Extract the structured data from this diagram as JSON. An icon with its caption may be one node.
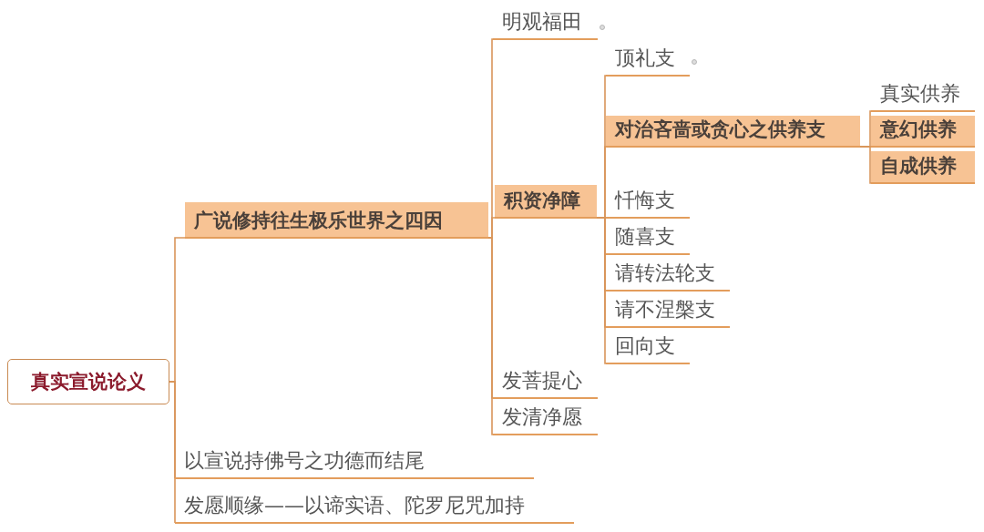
{
  "diagram": {
    "nodes": [
      {
        "text": [
          "真实宣说论义"
        ]
      },
      {
        "text": [
          "广说修持往生极乐世界之四因"
        ]
      },
      {
        "text": [
          "明观福田"
        ]
      },
      {
        "text": [
          "积资净障"
        ]
      },
      {
        "text": [
          "顶礼支"
        ]
      },
      {
        "text": [
          "对治吝啬或贪心之供养支"
        ]
      },
      {
        "text": [
          "真实供养"
        ]
      },
      {
        "text": [
          "意幻供养"
        ]
      },
      {
        "text": [
          "自成供养"
        ]
      },
      {
        "text": [
          "忏悔支"
        ]
      },
      {
        "text": [
          "随喜支"
        ]
      },
      {
        "text": [
          "请转法轮支"
        ]
      },
      {
        "text": [
          "请不涅槃支"
        ]
      },
      {
        "text": [
          "回向支"
        ]
      },
      {
        "text": [
          "发菩提心"
        ]
      },
      {
        "text": [
          "发清净愿"
        ]
      },
      {
        "text": [
          "以宣说持佛号之功德而结尾"
        ]
      },
      {
        "text": [
          "发愿顺缘——以谛实语、陀罗尼咒加持"
        ]
      }
    ],
    "edges": [
      {
        "from": 0,
        "to": 1,
        "arrow": "none"
      },
      {
        "from": 0,
        "to": 16,
        "arrow": "none"
      },
      {
        "from": 0,
        "to": 17,
        "arrow": "none"
      },
      {
        "from": 1,
        "to": 2,
        "arrow": "none"
      },
      {
        "from": 1,
        "to": 3,
        "arrow": "none"
      },
      {
        "from": 1,
        "to": 14,
        "arrow": "none"
      },
      {
        "from": 1,
        "to": 15,
        "arrow": "none"
      },
      {
        "from": 3,
        "to": 4,
        "arrow": "none"
      },
      {
        "from": 3,
        "to": 5,
        "arrow": "none"
      },
      {
        "from": 3,
        "to": 9,
        "arrow": "none"
      },
      {
        "from": 3,
        "to": 10,
        "arrow": "none"
      },
      {
        "from": 3,
        "to": 11,
        "arrow": "none"
      },
      {
        "from": 3,
        "to": 12,
        "arrow": "none"
      },
      {
        "from": 3,
        "to": 13,
        "arrow": "none"
      },
      {
        "from": 5,
        "to": 6,
        "arrow": "none"
      },
      {
        "from": 5,
        "to": 7,
        "arrow": "none"
      },
      {
        "from": 5,
        "to": 8,
        "arrow": "none"
      }
    ]
  }
}
